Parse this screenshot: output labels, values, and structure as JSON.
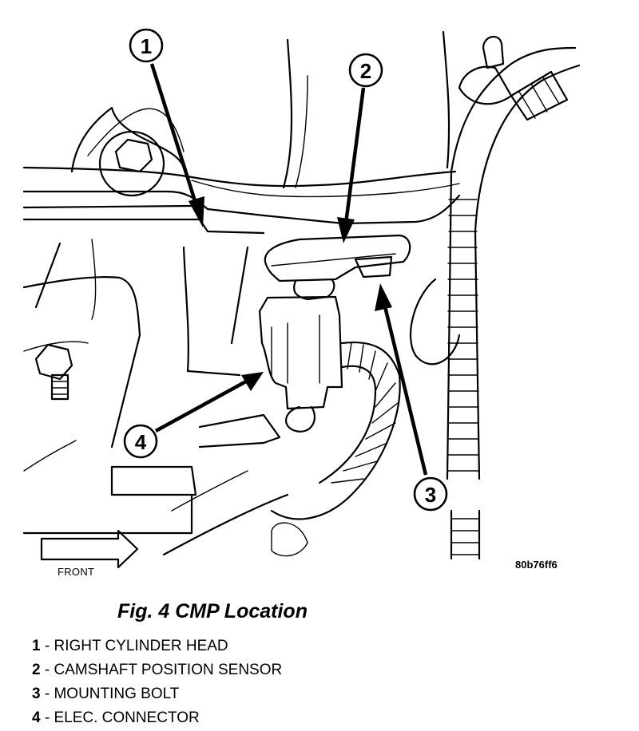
{
  "figure": {
    "caption": "Fig. 4 CMP Location",
    "figure_code": "80b76ff6",
    "direction_label": "FRONT"
  },
  "callouts": [
    {
      "number": "1",
      "label": "RIGHT CYLINDER HEAD"
    },
    {
      "number": "2",
      "label": "CAMSHAFT POSITION SENSOR"
    },
    {
      "number": "3",
      "label": "MOUNTING BOLT"
    },
    {
      "number": "4",
      "label": "ELEC. CONNECTOR"
    }
  ],
  "legend_separator": " - "
}
